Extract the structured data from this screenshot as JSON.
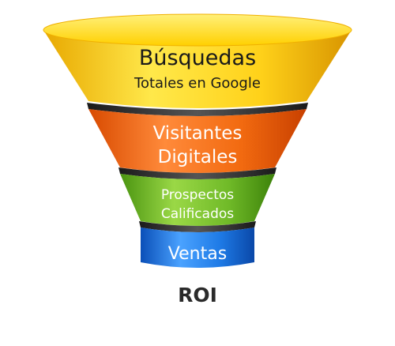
{
  "funnel": {
    "stages": [
      {
        "line1": "Búsquedas",
        "line2": "Totales en Google",
        "color": "#f5c000",
        "text_color": "#1a1a1a"
      },
      {
        "line1": "Visitantes",
        "line2": "Digitales",
        "color": "#f06a12",
        "text_color": "#ffffff"
      },
      {
        "line1": "Prospectos",
        "line2": "Calificados",
        "color": "#6fb82a",
        "text_color": "#ffffff"
      },
      {
        "line1": "Ventas",
        "color": "#1e78e0",
        "text_color": "#ffffff"
      }
    ],
    "footer": "ROI"
  }
}
